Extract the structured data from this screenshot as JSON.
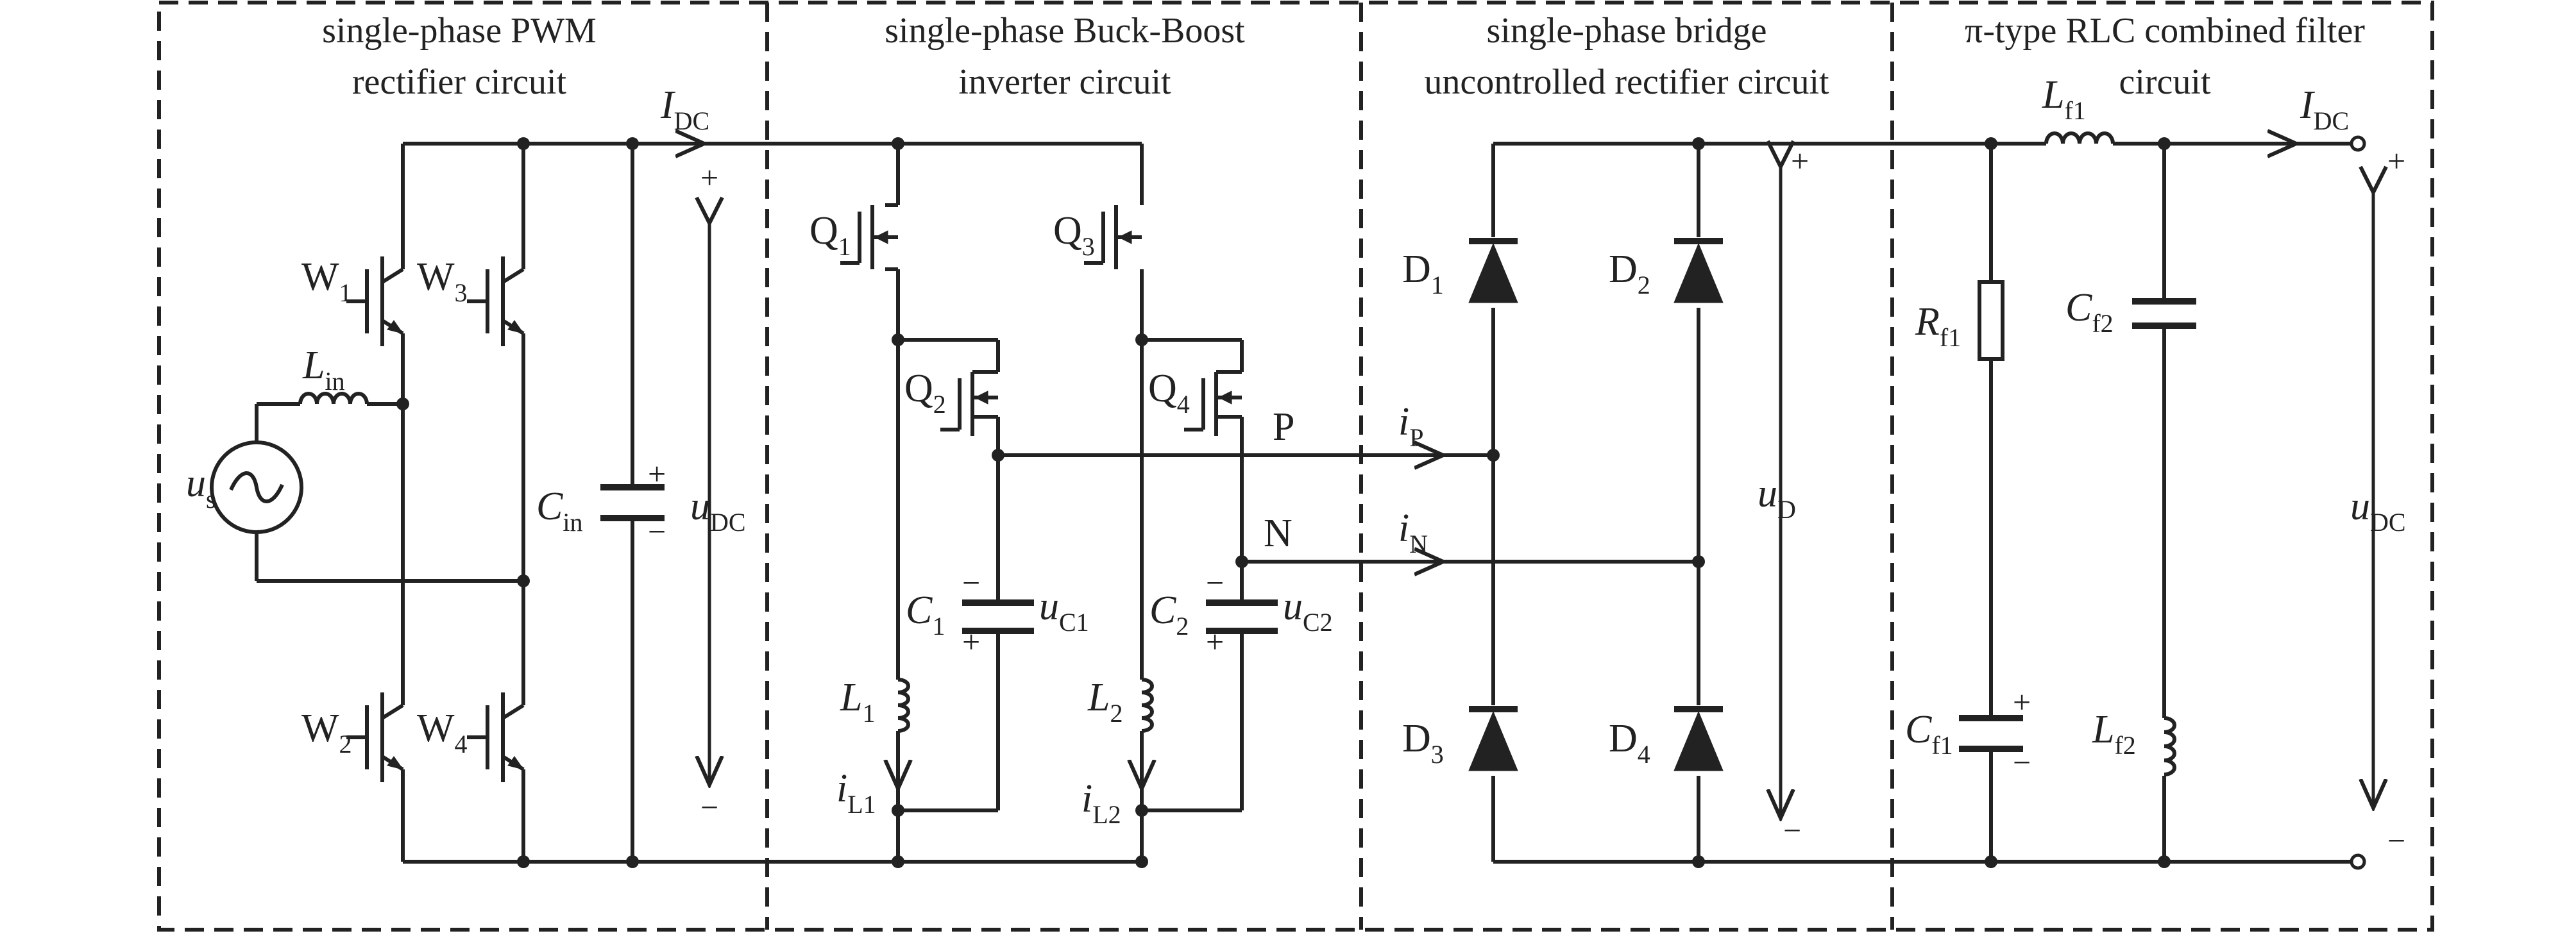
{
  "sections": [
    {
      "title_line1": "single-phase PWM",
      "title_line2": "rectifier circuit"
    },
    {
      "title_line1": "single-phase Buck-Boost",
      "title_line2": "inverter circuit"
    },
    {
      "title_line1": "single-phase bridge",
      "title_line2": "uncontrolled rectifier circuit"
    },
    {
      "title_line1": "π-type RLC combined filter",
      "title_line2": "circuit"
    }
  ],
  "labels": {
    "source": {
      "main": "u",
      "sub": "s"
    },
    "L_in": {
      "main": "L",
      "sub": "in"
    },
    "C_in": {
      "main": "C",
      "sub": "in"
    },
    "I_DC_left": {
      "main": "I",
      "sub": "DC"
    },
    "u_DC_left": {
      "main": "u",
      "sub": "DC"
    },
    "W1": {
      "main": "W",
      "sub": "1"
    },
    "W2": {
      "main": "W",
      "sub": "2"
    },
    "W3": {
      "main": "W",
      "sub": "3"
    },
    "W4": {
      "main": "W",
      "sub": "4"
    },
    "Q1": {
      "main": "Q",
      "sub": "1"
    },
    "Q2": {
      "main": "Q",
      "sub": "2"
    },
    "Q3": {
      "main": "Q",
      "sub": "3"
    },
    "Q4": {
      "main": "Q",
      "sub": "4"
    },
    "C1": {
      "main": "C",
      "sub": "1"
    },
    "C2": {
      "main": "C",
      "sub": "2"
    },
    "uC1": {
      "main": "u",
      "sub": "C1"
    },
    "uC2": {
      "main": "u",
      "sub": "C2"
    },
    "L1": {
      "main": "L",
      "sub": "1"
    },
    "L2": {
      "main": "L",
      "sub": "2"
    },
    "iL1": {
      "main": "i",
      "sub": "L1"
    },
    "iL2": {
      "main": "i",
      "sub": "L2"
    },
    "P": "P",
    "N": "N",
    "iP": {
      "main": "i",
      "sub": "P"
    },
    "iN": {
      "main": "i",
      "sub": "N"
    },
    "D1": {
      "main": "D",
      "sub": "1"
    },
    "D2": {
      "main": "D",
      "sub": "2"
    },
    "D3": {
      "main": "D",
      "sub": "3"
    },
    "D4": {
      "main": "D",
      "sub": "4"
    },
    "uD": {
      "main": "u",
      "sub": "D"
    },
    "Lf1": {
      "main": "L",
      "sub": "f1"
    },
    "Rf1": {
      "main": "R",
      "sub": "f1"
    },
    "Cf1": {
      "main": "C",
      "sub": "f1"
    },
    "Cf2": {
      "main": "C",
      "sub": "f2"
    },
    "Lf2": {
      "main": "L",
      "sub": "f2"
    },
    "I_DC_right": {
      "main": "I",
      "sub": "DC"
    },
    "u_DC_right": {
      "main": "u",
      "sub": "DC"
    },
    "plus": "+",
    "minus": "−"
  }
}
